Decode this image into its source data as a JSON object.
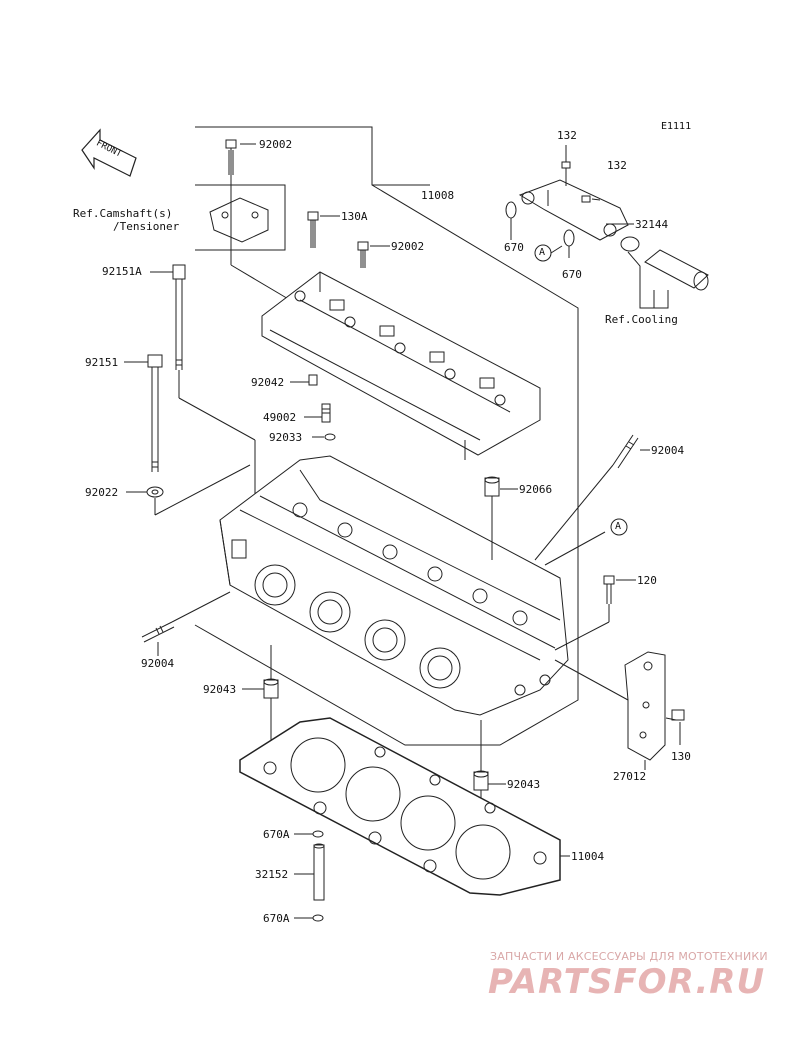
{
  "diagram_code": "E1111",
  "front_label": "FRONT",
  "ref_camshaft": [
    "Ref.Camshaft(s)",
    "/Tensioner"
  ],
  "ref_cooling": "Ref.Cooling",
  "callout_a": "A",
  "parts": {
    "p92002_top": "92002",
    "p130A": "130A",
    "p92002_mid": "92002",
    "p11008": "11008",
    "p132_a": "132",
    "p132_b": "132",
    "p32144": "32144",
    "p670_a": "670",
    "p670_b": "670",
    "p92151A": "92151A",
    "p92151": "92151",
    "p92042": "92042",
    "p49002": "49002",
    "p92033": "92033",
    "p92004_top": "92004",
    "p92066": "92066",
    "p92022": "92022",
    "p120": "120",
    "p92004_left": "92004",
    "p92043_a": "92043",
    "p130": "130",
    "p27012": "27012",
    "p92043_b": "92043",
    "p670A_a": "670A",
    "p11004": "11004",
    "p32152": "32152",
    "p670A_b": "670A"
  },
  "watermark": {
    "top": "ЗАПЧАСТИ И АКСЕССУАРЫ ДЛЯ МОТОТЕХНИКИ",
    "main": "PARTSFOR.RU"
  }
}
